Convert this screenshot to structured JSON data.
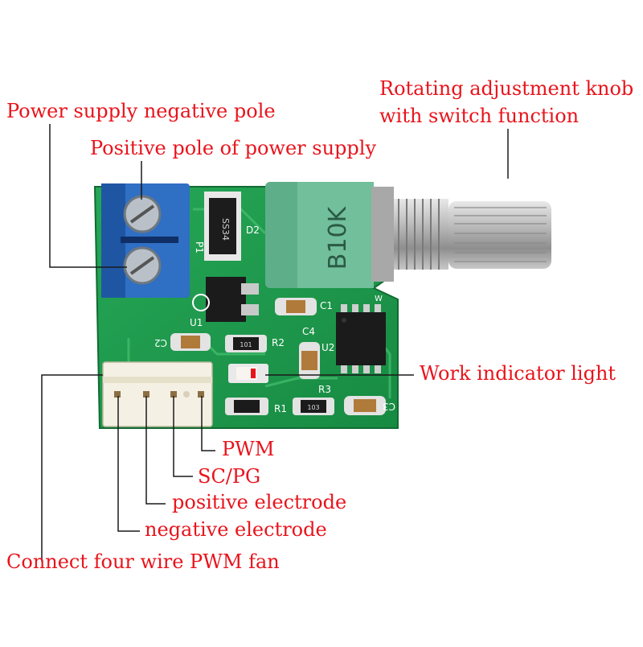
{
  "labels": {
    "negative_pole": "Power supply negative pole",
    "positive_pole": "Positive pole of power supply",
    "knob_line1": "Rotating adjustment knob",
    "knob_line2": "with switch function",
    "indicator": "Work indicator light",
    "pwm": "PWM",
    "sc_pg": "SC/PG",
    "pos_electrode": "positive electrode",
    "neg_electrode": "negative electrode",
    "fan": "Connect four wire PWM fan"
  },
  "board_marks": {
    "pot": "B10K",
    "d2": "D2",
    "p1": "P1",
    "u1": "U1",
    "c1": "C1",
    "c2": "C2",
    "c3": "C3",
    "c4": "C4",
    "r1": "R1",
    "r2": "R2",
    "r3": "R3",
    "u2": "U2",
    "w": "W",
    "ss34": "SS34",
    "r_code_101": "101",
    "r_code_103": "103"
  },
  "colors": {
    "label_red": "#e8141c",
    "pcb_green": "#1f9a4d",
    "terminal_blue": "#2f6fc4",
    "pot_green": "#5fae8a",
    "connector_white": "#f4f0e4"
  }
}
